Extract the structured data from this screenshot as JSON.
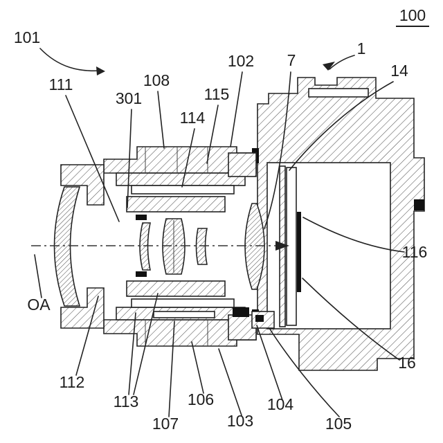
{
  "figure": {
    "fig_number": "100",
    "axis_label": "OA",
    "labels": {
      "n101": "101",
      "n111": "111",
      "n301": "301",
      "n108": "108",
      "n115": "115",
      "n114": "114",
      "n102": "102",
      "n7": "7",
      "n1": "1",
      "n14": "14",
      "n116": "116",
      "n16": "16",
      "n112": "112",
      "n113": "113",
      "n107": "107",
      "n106": "106",
      "n103": "103",
      "n104": "104",
      "n105": "105"
    },
    "colors": {
      "ink": "#1c1c1c",
      "background": "#ffffff"
    }
  }
}
